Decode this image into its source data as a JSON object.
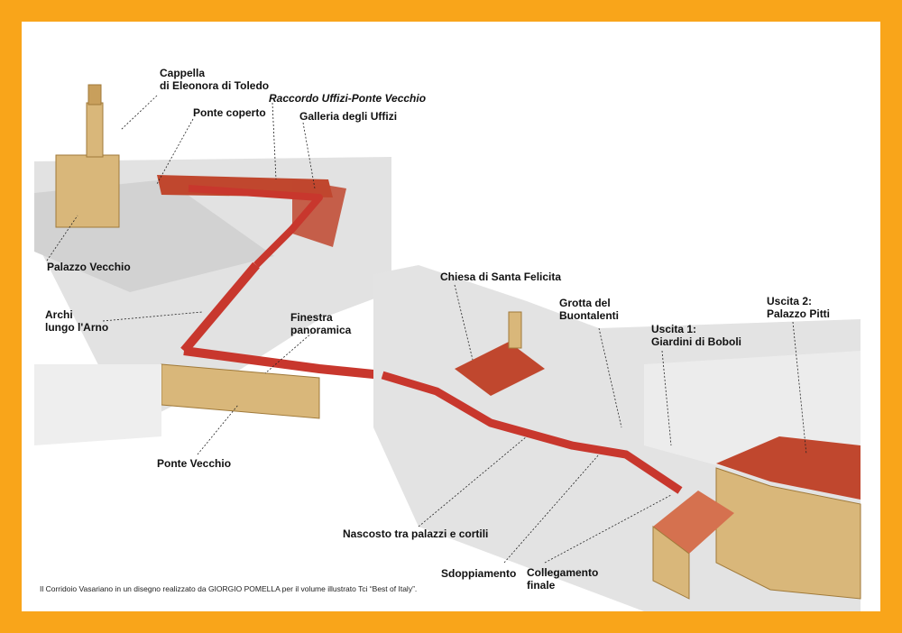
{
  "labels": {
    "cappella": "Cappella\ndi Eleonora di Toledo",
    "raccordo": "Raccordo Uffizi-Ponte Vecchio",
    "ponte_coperto": "Ponte coperto",
    "galleria": "Galleria degli Uffizi",
    "palazzo_vecchio": "Palazzo Vecchio",
    "archi": "Archi\nlungo l'Arno",
    "finestra": "Finestra\npanoramica",
    "ponte_vecchio": "Ponte Vecchio",
    "santa_felicita": "Chiesa di Santa Felicita",
    "grotta": "Grotta del\nBuontalenti",
    "uscita1": "Uscita 1:\nGiardini di Boboli",
    "uscita2": "Uscita 2:\nPalazzo Pitti",
    "nascosto": "Nascosto tra palazzi e cortili",
    "sdoppiamento": "Sdoppiamento",
    "collegamento": "Collegamento\nfinale"
  },
  "caption": "Il Corridoio Vasariano in un disegno realizzato da GIORGIO POMELLA  per il volume illustrato Tci “Best of Italy”.",
  "colors": {
    "frame": "#f9a51a",
    "corridor": "#c8372d",
    "roof": "#c0472e",
    "stone": "#d9b77a",
    "building": "#e4e4e4"
  }
}
